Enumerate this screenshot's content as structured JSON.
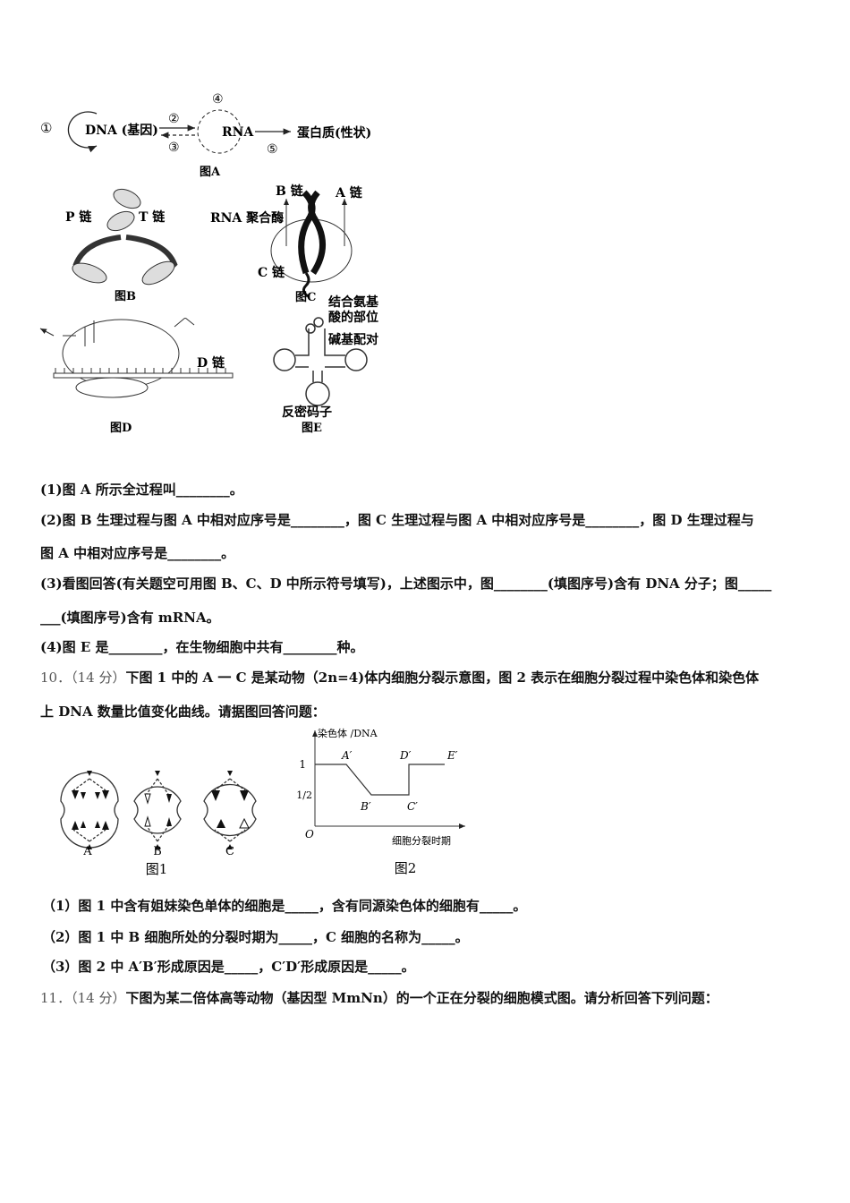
{
  "figure_a": {
    "labels": {
      "c1": "①",
      "dna": "DNA (基因)",
      "c2": "②",
      "c3": "③",
      "c4": "④",
      "rna": "RNA",
      "c5": "⑤",
      "protein": "蛋白质(性状)"
    },
    "caption": "图A"
  },
  "figure_b": {
    "p_chain": "P 链",
    "t_chain": "T 链",
    "caption": "图B"
  },
  "figure_c": {
    "b_chain": "B 链",
    "a_chain": "A 链",
    "rna_polymerase": "RNA 聚合酶",
    "c_chain": "C 链",
    "caption": "图C"
  },
  "figure_d": {
    "d_chain": "D 链",
    "caption": "图D"
  },
  "figure_e": {
    "aa_site_1": "结合氨基",
    "aa_site_2": "酸的部位",
    "base_pairing": "碱基配对",
    "anticodon": "反密码子",
    "caption": "图E"
  },
  "questions_9": [
    "(1)图 A 所示全过程叫________。",
    "(2)图 B 生理过程与图 A 中相对应序号是________，图 C 生理过程与图 A 中相对应序号是________，图 D 生理过程与",
    "图 A 中相对应序号是________。",
    "(3)看图回答(有关题空可用图 B、C、D 中所示符号填写)，上述图示中，图________(填图序号)含有 DNA 分子；图_____",
    "___(填图序号)含有 mRNA。",
    "(4)图 E 是________，在生物细胞中共有________种。"
  ],
  "question_10": {
    "number": "10．",
    "score": "（14 分）",
    "text_1": "下图 1 中的 A 一 C 是某动物（2n=4)体内细胞分裂示意图，图 2 表示在细胞分裂过程中染色体和染色体",
    "text_2": "上 DNA 数量比值变化曲线。请据图回答问题："
  },
  "figure_1": {
    "cells": [
      "A",
      "B",
      "C"
    ],
    "caption": "图1"
  },
  "figure_2": {
    "ylabel": "染色体 /DNA",
    "xlabel": "细胞分裂时期",
    "origin": "O",
    "yticks": [
      "1",
      "1/2"
    ],
    "points": [
      "A′",
      "B′",
      "C′",
      "D′",
      "E′"
    ],
    "caption": "图2"
  },
  "questions_10": [
    "（1）图 1 中含有姐妹染色单体的细胞是_____，含有同源染色体的细胞有_____。",
    "（2）图 1 中 B 细胞所处的分裂时期为_____，C 细胞的名称为_____。",
    "（3）图 2 中 A′B′形成原因是_____，C′D′形成原因是_____。"
  ],
  "question_11": {
    "number": "11．",
    "score": "（14 分）",
    "text": "下图为某二倍体高等动物（基因型 MmNn）的一个正在分裂的细胞模式图。请分析回答下列问题："
  }
}
